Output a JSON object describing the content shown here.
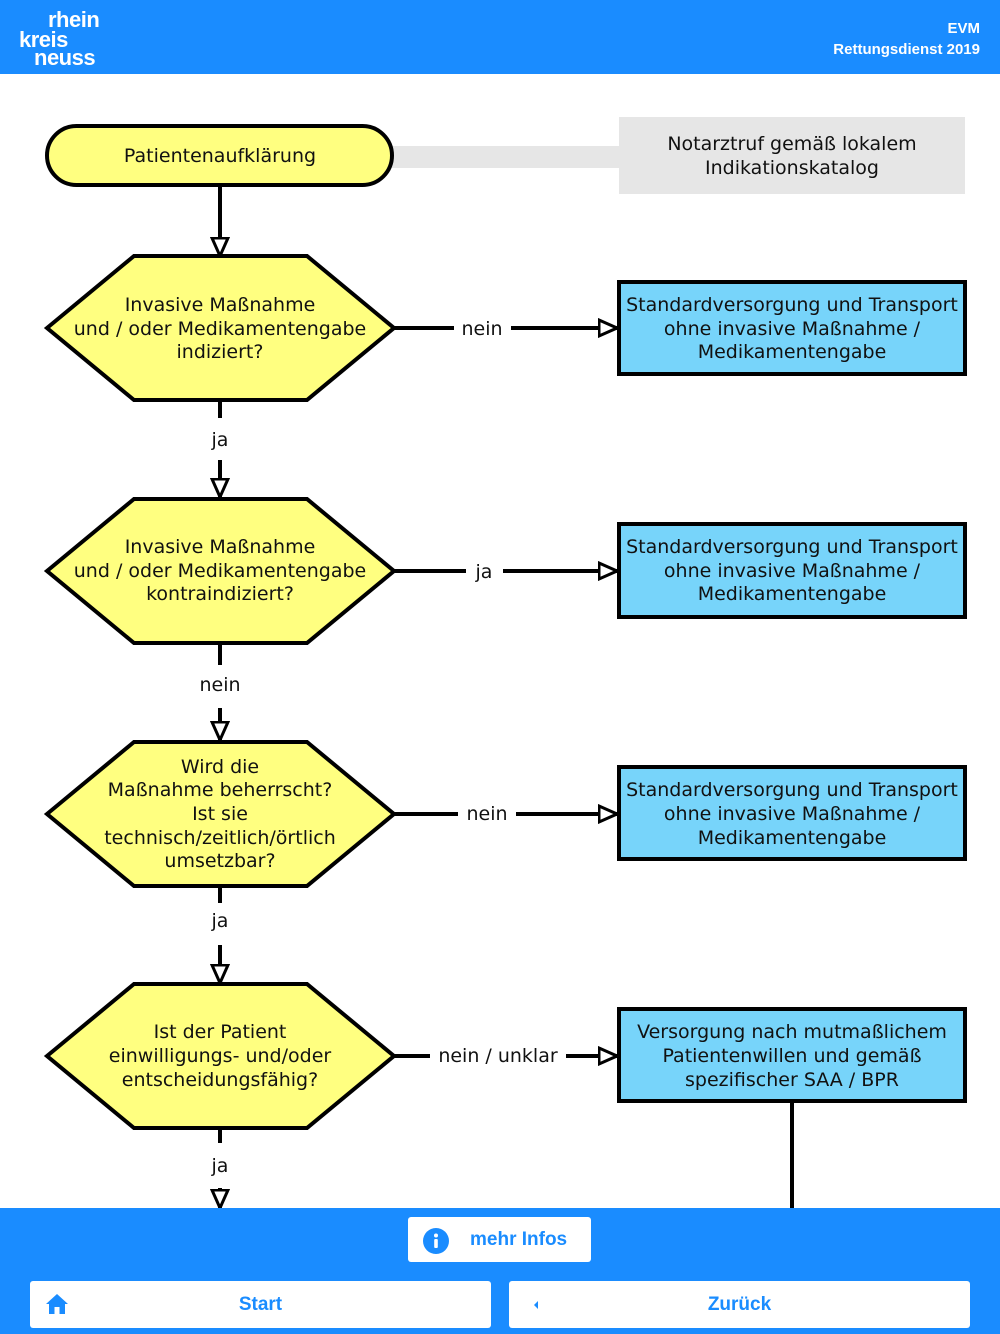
{
  "header": {
    "logo": [
      "rhein",
      "kreis",
      "neuss"
    ],
    "title": "EVM",
    "subtitle": "Rettungsdienst 2019"
  },
  "flowchart": {
    "start": "Patientenaufklärung",
    "note": [
      "Notarztruf gemäß lokalem",
      "Indikationskatalog"
    ],
    "decisions": [
      [
        "Invasive Maßnahme",
        "und / oder Medikamentengabe",
        "indiziert?"
      ],
      [
        "Invasive Maßnahme",
        "und / oder Medikamentengabe",
        "kontraindiziert?"
      ],
      [
        "Wird die",
        "Maßnahme beherrscht?",
        "Ist sie",
        "technisch/zeitlich/örtlich",
        "umsetzbar?"
      ],
      [
        "Ist der Patient",
        "einwilligungs- und/oder",
        "entscheidungsfähig?"
      ]
    ],
    "outcomes": [
      [
        "Standardversorgung und Transport",
        "ohne invasive Maßnahme /",
        "Medikamentengabe"
      ],
      [
        "Standardversorgung und Transport",
        "ohne invasive Maßnahme /",
        "Medikamentengabe"
      ],
      [
        "Standardversorgung und Transport",
        "ohne invasive Maßnahme /",
        "Medikamentengabe"
      ],
      [
        "Versorgung nach mutmaßlichem",
        "Patientenwillen und gemäß",
        "spezifischer SAA / BPR"
      ]
    ],
    "side_labels": [
      "nein",
      "ja",
      "nein",
      "nein / unklar"
    ],
    "down_labels": [
      "ja",
      "nein",
      "ja",
      "ja"
    ]
  },
  "footer": {
    "info_label": "mehr Infos",
    "start_label": "Start",
    "back_label": "Zurück"
  },
  "colors": {
    "header_blue": "#1a8cff",
    "decision_yellow": "#ffff80",
    "outcome_blue": "#77d4fa",
    "note_gray": "#e6e6e6"
  },
  "icons": [
    "info-icon",
    "home-icon",
    "caret-left-icon"
  ]
}
